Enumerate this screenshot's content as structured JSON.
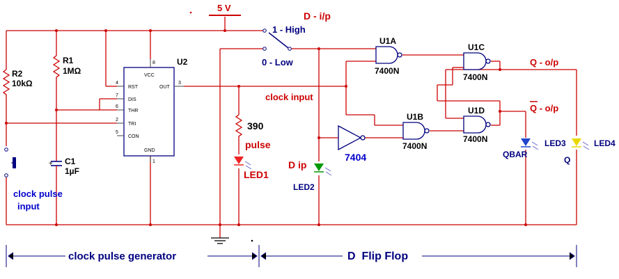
{
  "supply": {
    "label": "5 V"
  },
  "switch": {
    "high": "1 - High",
    "low": "0 - Low",
    "title": "D - i/p"
  },
  "resistors": [
    {
      "name": "R2",
      "value": "10kΩ"
    },
    {
      "name": "R1",
      "value": "1MΩ"
    },
    {
      "name": "",
      "value": "390"
    }
  ],
  "capacitor": {
    "name": "C1",
    "value": "1µF"
  },
  "timer": {
    "name": "U2",
    "pins": {
      "vcc": "VCC",
      "rst": "RST",
      "dis": "DIS",
      "thr": "THR",
      "tri": "TRI",
      "con": "CON",
      "gnd": "GND",
      "out": "OUT"
    },
    "pin_numbers": {
      "p8": "8",
      "p4": "4",
      "p7": "7",
      "p6": "6",
      "p2": "2",
      "p5": "5",
      "p1": "1",
      "p3": "3"
    }
  },
  "gates": [
    {
      "name": "U1A",
      "type": "7400N"
    },
    {
      "name": "U1B",
      "type": "7400N"
    },
    {
      "name": "U1C",
      "type": "7400N"
    },
    {
      "name": "U1D",
      "type": "7400N"
    },
    {
      "name": "",
      "type": "7404"
    }
  ],
  "leds": [
    {
      "name": "LED1",
      "label": "pulse"
    },
    {
      "name": "LED2",
      "label": "D ip"
    },
    {
      "name": "LED3",
      "label": "QBAR"
    },
    {
      "name": "LED4",
      "label": "Q"
    }
  ],
  "labels": {
    "clock_input": "clock input",
    "clock_pulse_input_line1": "clock pulse",
    "clock_pulse_input_line2": "input",
    "q_output": "Q - o/p",
    "qbar_output": "Q - o/p"
  },
  "sections": {
    "left": "clock pulse generator",
    "right": "D  Flip Flop"
  },
  "colors": {
    "wire": "#cc0000",
    "component": "#000080",
    "text_blue": "#0000cc",
    "led_red": "#ee2222",
    "led_green": "#009900",
    "led_blue": "#2244cc",
    "led_yellow": "#e8d800"
  }
}
